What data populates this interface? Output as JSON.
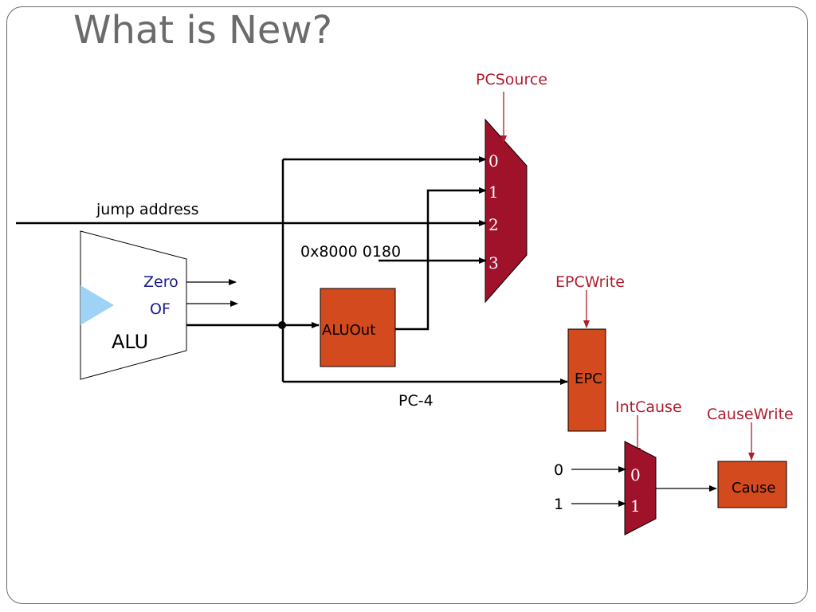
{
  "title": "What is New?",
  "labels": {
    "pcsource": "PCSource",
    "jump_address": "jump address",
    "hex_const": "0x8000 0180",
    "zero": "Zero",
    "of": "OF",
    "alu": "ALU",
    "aluout": "ALUOut",
    "pc_minus_4": "PC-4",
    "epcwrite": "EPCWrite",
    "epc": "EPC",
    "intcause": "IntCause",
    "causewrite": "CauseWrite",
    "cause": "Cause",
    "in0": "0",
    "in1": "1"
  },
  "mux_pc": {
    "inputs": [
      "0",
      "1",
      "2",
      "3"
    ]
  },
  "mux_cause": {
    "inputs": [
      "0",
      "1"
    ]
  },
  "colors": {
    "mux": "#a0112a",
    "register": "#d24a1e",
    "control": "#b01c2e",
    "alu_arrow": "#9fd3f5",
    "text_blue": "#1a1a8c",
    "title": "#6b6b6b"
  }
}
